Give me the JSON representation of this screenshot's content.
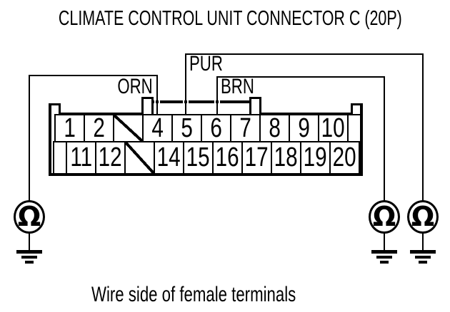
{
  "title": "CLIMATE CONTROL UNIT CONNECTOR C (20P)",
  "caption": "Wire side of female terminals",
  "connector": {
    "type": "20P",
    "pins_top": [
      "1",
      "2",
      "",
      "4",
      "5",
      "6",
      "7",
      "8",
      "9",
      "10"
    ],
    "pins_bottom": [
      "11",
      "12",
      "",
      "14",
      "15",
      "16",
      "17",
      "18",
      "19",
      "20"
    ],
    "missing_pins": [
      "3",
      "13"
    ]
  },
  "wires": [
    {
      "label": "ORN",
      "pin": "4",
      "to": "ground"
    },
    {
      "label": "PUR",
      "pin": "5",
      "to": "ground"
    },
    {
      "label": "BRN",
      "pin": "6",
      "to": "ground"
    }
  ],
  "meters": {
    "symbol": "Ω",
    "count": 3
  },
  "colors": {
    "line": "#000000",
    "background": "#ffffff"
  }
}
